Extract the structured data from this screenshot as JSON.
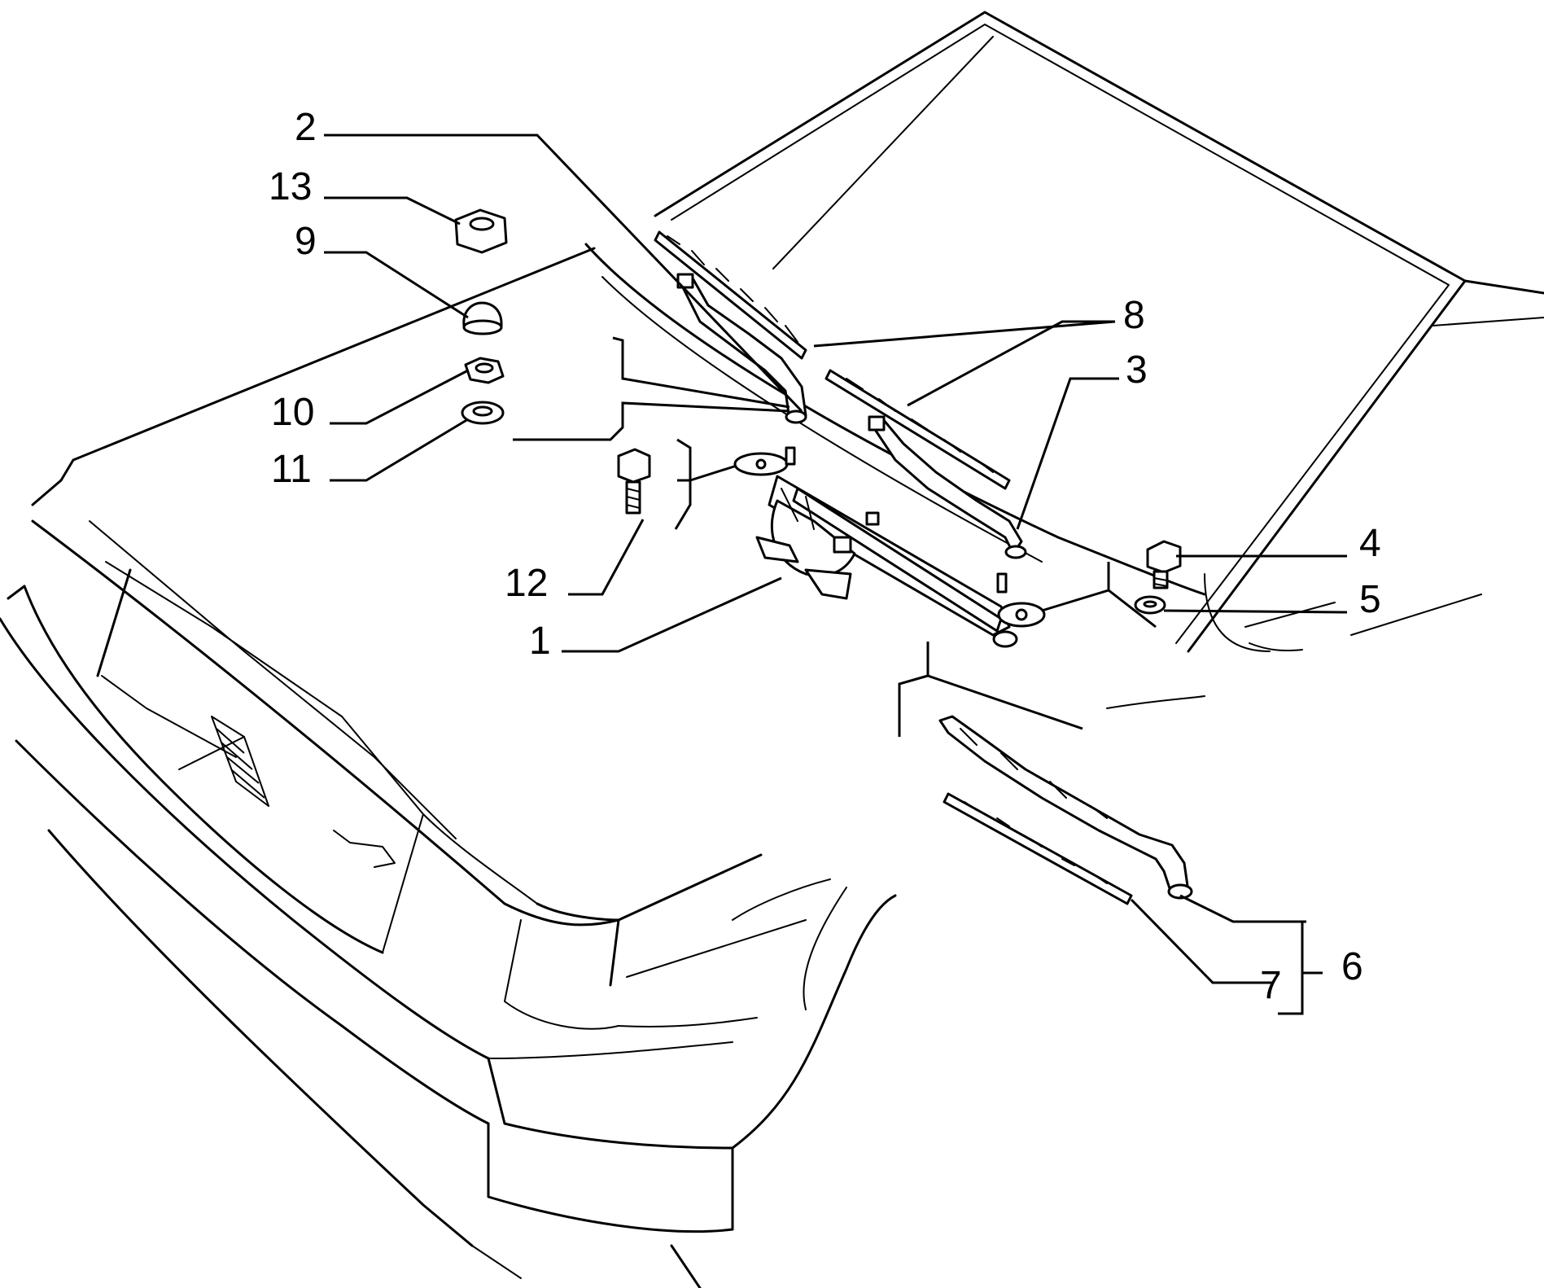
{
  "diagram": {
    "callouts": [
      {
        "id": "c1",
        "text": "1"
      },
      {
        "id": "c2",
        "text": "2"
      },
      {
        "id": "c3",
        "text": "3"
      },
      {
        "id": "c4",
        "text": "4"
      },
      {
        "id": "c5",
        "text": "5"
      },
      {
        "id": "c6",
        "text": "6"
      },
      {
        "id": "c7",
        "text": "7"
      },
      {
        "id": "c8",
        "text": "8"
      },
      {
        "id": "c9",
        "text": "9"
      },
      {
        "id": "c10",
        "text": "10"
      },
      {
        "id": "c11",
        "text": "11"
      },
      {
        "id": "c12",
        "text": "12"
      },
      {
        "id": "c13",
        "text": "13"
      }
    ],
    "colors": {
      "line": "#000000",
      "background": "#ffffff"
    }
  }
}
